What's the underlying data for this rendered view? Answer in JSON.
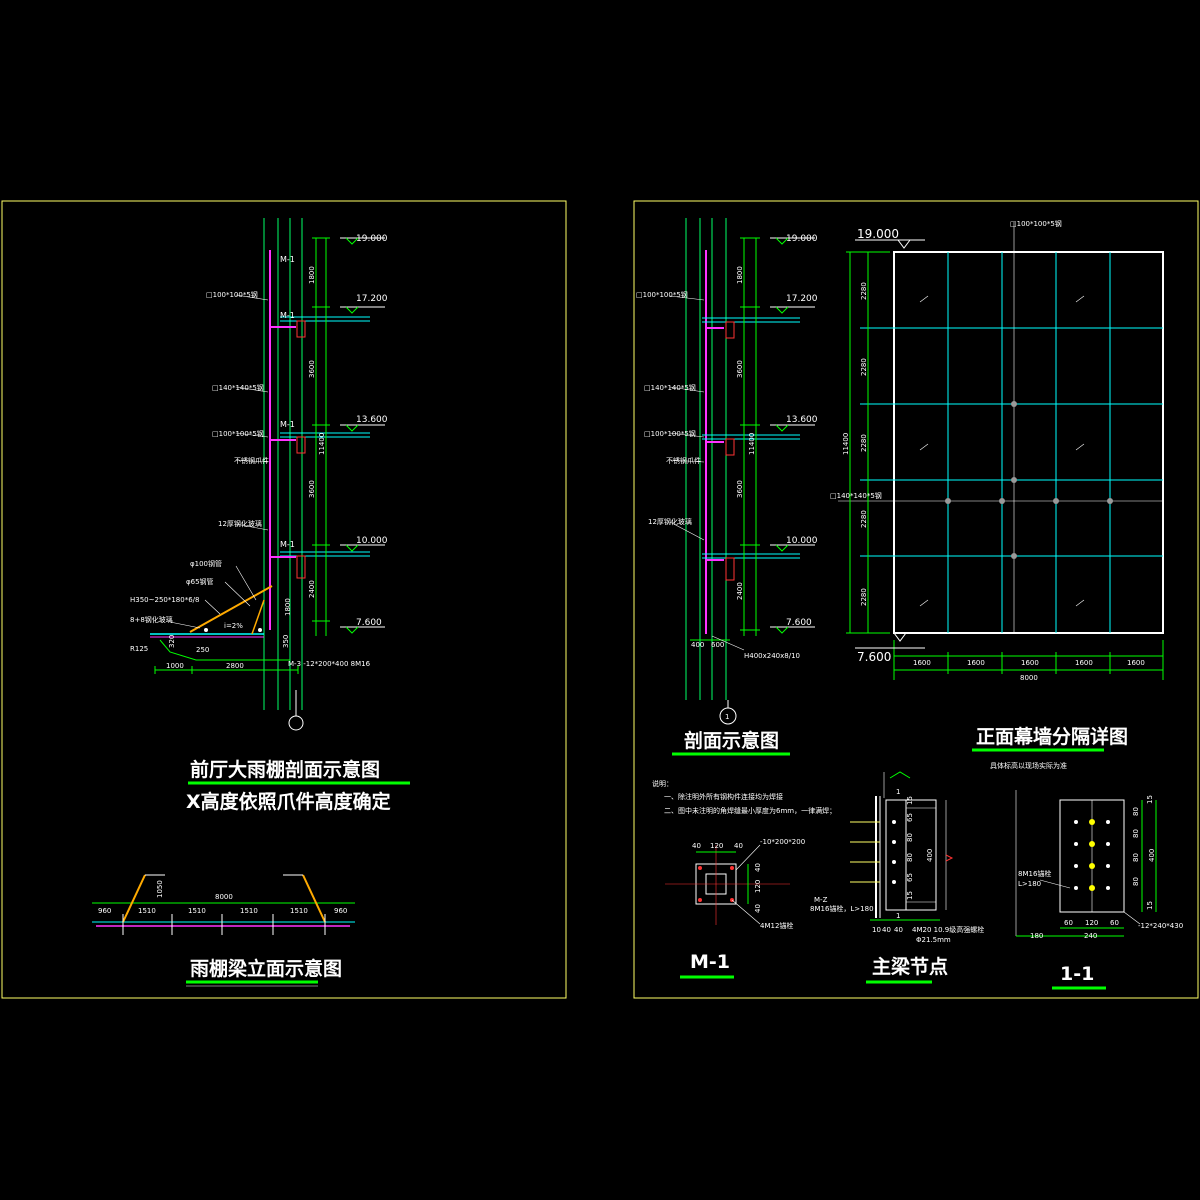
{
  "colors": {
    "background": "#000000",
    "frame": "#ffff66",
    "structure": "#ff33ff",
    "column": "#00ff66",
    "grid": "#00ffff",
    "dimension": "#00ff00",
    "text": "#ffffff",
    "title_underline": "#00ff00",
    "hatch": "#ff3333",
    "brace": "#ffaa00"
  },
  "left_sheet": {
    "section_title": "前厅大雨棚剖面示意图",
    "section_subtitle": "X高度依照爪件高度确定",
    "elevation_title": "雨棚梁立面示意图",
    "elevations": [
      "19.000",
      "17.200",
      "13.600",
      "10.000",
      "7.600"
    ],
    "member_labels": [
      "M-1",
      "M-1",
      "M-1",
      "M-1"
    ],
    "callouts": {
      "c1": "□100*100*5钢",
      "c2": "□140*140*5钢",
      "c3": "□100*100*5钢",
      "c4": "不锈钢爪件",
      "c5": "12厚钢化玻璃",
      "c6": "φ100钢管",
      "c7": "φ65钢管",
      "c8": "H350~250*180*6/8",
      "c9": "8+8钢化玻璃",
      "c10": "R125",
      "c11": "i=2%",
      "c12": "M-3 -12*200*400 8M16"
    },
    "vertical_dims": [
      "1800",
      "3600",
      "3600",
      "2400",
      "1800",
      "11400"
    ],
    "horizontal_dims": [
      "1000",
      "2800"
    ],
    "small_dims": [
      "320",
      "250",
      "350"
    ],
    "axis_label": "",
    "beam_dims_total": "8000",
    "beam_dims": [
      "960",
      "1510",
      "1510",
      "1510",
      "1510",
      "960"
    ],
    "beam_height": "1050"
  },
  "right_sheet": {
    "section_title": "剖面示意图",
    "curtain_title": "正面幕墙分隔详图",
    "curtain_subtitle": "具体标高以现场实际为准",
    "elevations": [
      "19.000",
      "17.200",
      "13.600",
      "10.000",
      "7.600"
    ],
    "callouts": {
      "c1": "□100*100*5钢",
      "c2": "□140*140*5钢",
      "c3": "□100*100*5钢",
      "c4": "不锈钢爪件",
      "c5": "12厚钢化玻璃",
      "c6": "H400x240x8/10"
    },
    "vertical_dims": [
      "1800",
      "3600",
      "3600",
      "2400",
      "11400"
    ],
    "base_dims": [
      "400",
      "600"
    ],
    "axis_label": "1",
    "curtain": {
      "top_elev": "19.000",
      "bottom_elev": "7.600",
      "top_label": "□100*100*5钢",
      "mid_label": "□140*140*5钢",
      "left_dims": [
        "2280",
        "2280",
        "2280",
        "2280",
        "2280"
      ],
      "total_height": "11400",
      "bottom_dims": [
        "1600",
        "1600",
        "1600",
        "1600",
        "1600"
      ],
      "total_width": "8000"
    },
    "notes": {
      "title": "说明：",
      "line1": "一、除注明外所有钢构件连接均为焊接",
      "line2": "二、图中未注明的角焊缝最小厚度为6mm，一律满焊；"
    },
    "m1": {
      "title": "M-1",
      "plate": "-10*200*200",
      "bolts": "4M12锚栓",
      "dims_top": [
        "40",
        "120",
        "40"
      ],
      "dims_side": [
        "40",
        "120",
        "40"
      ]
    },
    "node": {
      "title": "主梁节点",
      "dims": [
        "15",
        "65",
        "80",
        "80",
        "65",
        "15"
      ],
      "height": "400",
      "label1": "M-Z",
      "label2": "8M16锚栓，L>180",
      "label3": "4M20 10.9级高强螺栓",
      "label4": "Φ21.5mm",
      "bottom": [
        "10",
        "40",
        "40"
      ],
      "section_mark": "1"
    },
    "detail": {
      "title": "1-1",
      "dims_right": [
        "15",
        "80",
        "80",
        "80",
        "80",
        "15"
      ],
      "height": "400",
      "bolt_label": "8M16锚栓",
      "bolt_label2": "L>180",
      "bottom_dims": [
        "60",
        "120",
        "60"
      ],
      "bottom_total": "240",
      "left_dim": "180",
      "plate": "-12*240*430"
    }
  }
}
